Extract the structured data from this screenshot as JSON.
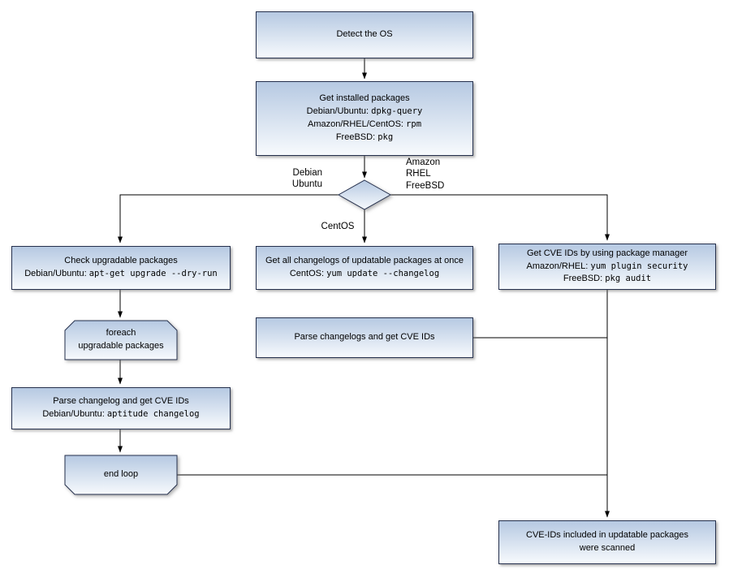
{
  "nodes": {
    "detect_os": {
      "title": "Detect the OS"
    },
    "get_installed": {
      "title": "Get installed packages",
      "cmds": [
        {
          "prefix": "Debian/Ubuntu: ",
          "cmd": "dpkg-query"
        },
        {
          "prefix": "Amazon/RHEL/CentOS: ",
          "cmd": "rpm"
        },
        {
          "prefix": "FreeBSD: ",
          "cmd": "pkg"
        }
      ]
    },
    "check_upgradable": {
      "title": "Check upgradable packages",
      "cmds": [
        {
          "prefix": "Debian/Ubuntu: ",
          "cmd": "apt-get upgrade --dry-run"
        }
      ]
    },
    "foreach_loop": {
      "title": "foreach\nupgradable packages"
    },
    "parse_changelog_deb": {
      "title": "Parse changelog and get CVE IDs",
      "cmds": [
        {
          "prefix": "Debian/Ubuntu: ",
          "cmd": "aptitude changelog"
        }
      ]
    },
    "end_loop": {
      "title": "end loop"
    },
    "get_changelogs_centos": {
      "title": "Get all changelogs of updatable packages at once",
      "cmds": [
        {
          "prefix": "CentOS: ",
          "cmd": "yum update --changelog"
        }
      ]
    },
    "parse_changelogs_cve": {
      "title": "Parse changelogs and get CVE IDs"
    },
    "get_cve_pkgmgr": {
      "title": "Get CVE IDs by using package manager",
      "cmds": [
        {
          "prefix": "Amazon/RHEL: ",
          "cmd": "yum plugin security"
        },
        {
          "prefix": "FreeBSD: ",
          "cmd": "pkg audit"
        }
      ]
    },
    "scanned": {
      "title": "CVE-IDs included in updatable packages\nwere scanned"
    }
  },
  "edge_labels": {
    "debian_ubuntu": "Debian\nUbuntu",
    "amazon_rhel_freebsd": "Amazon\nRHEL\nFreeBSD",
    "centos": "CentOS"
  },
  "colors": {
    "node_fill_top": "#b6c9e2",
    "node_fill_bottom": "#f7fafd",
    "node_border": "#25304d",
    "edge": "#000000"
  }
}
